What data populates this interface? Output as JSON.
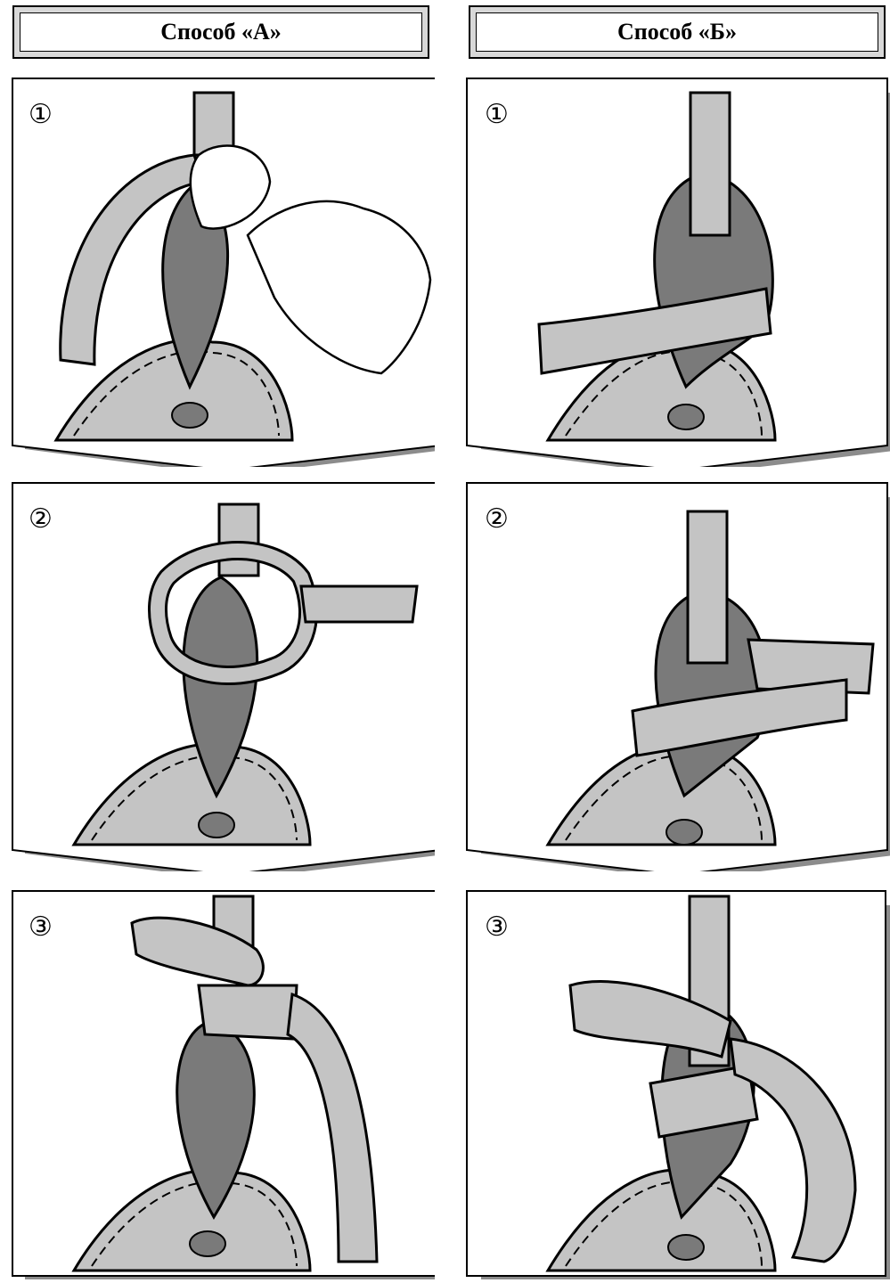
{
  "columns": [
    {
      "title": "Способ «А»",
      "steps": [
        "①",
        "②",
        "③"
      ]
    },
    {
      "title": "Способ «Б»",
      "steps": [
        "①",
        "②",
        "③"
      ]
    }
  ],
  "colors": {
    "dark_strap": "#7a7a7a",
    "light_strap": "#c4c4c4",
    "shadow": "#8c8c8c",
    "outline": "#000000",
    "background": "#ffffff"
  }
}
